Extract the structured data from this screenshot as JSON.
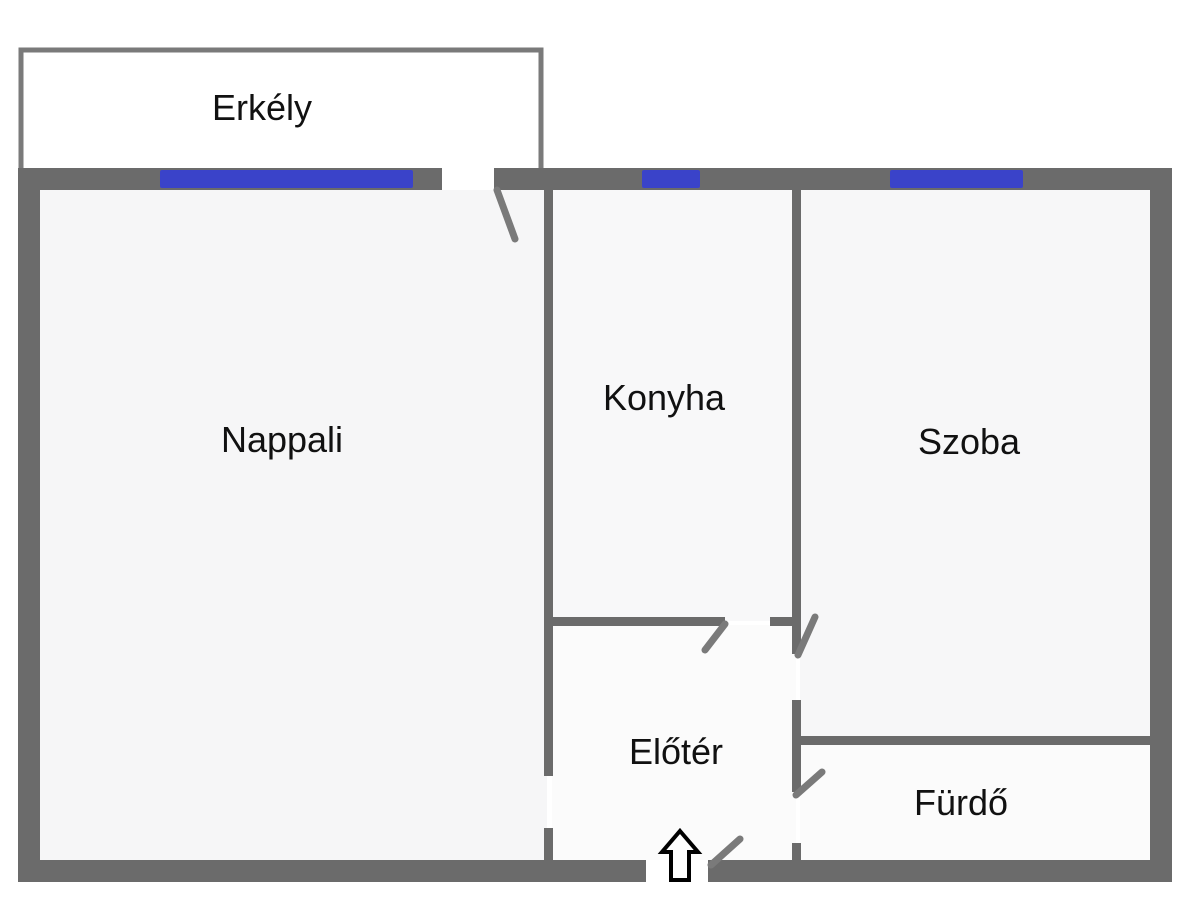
{
  "rooms": {
    "balcony": "Erkély",
    "living_room": "Nappali",
    "kitchen": "Konyha",
    "bedroom": "Szoba",
    "hall": "Előtér",
    "bathroom": "Fürdő"
  },
  "colors": {
    "wall": "#6b6b6b",
    "window": "#3a43c9",
    "door_swing": "#7a7a7a",
    "floor": "#f7f7f8"
  }
}
